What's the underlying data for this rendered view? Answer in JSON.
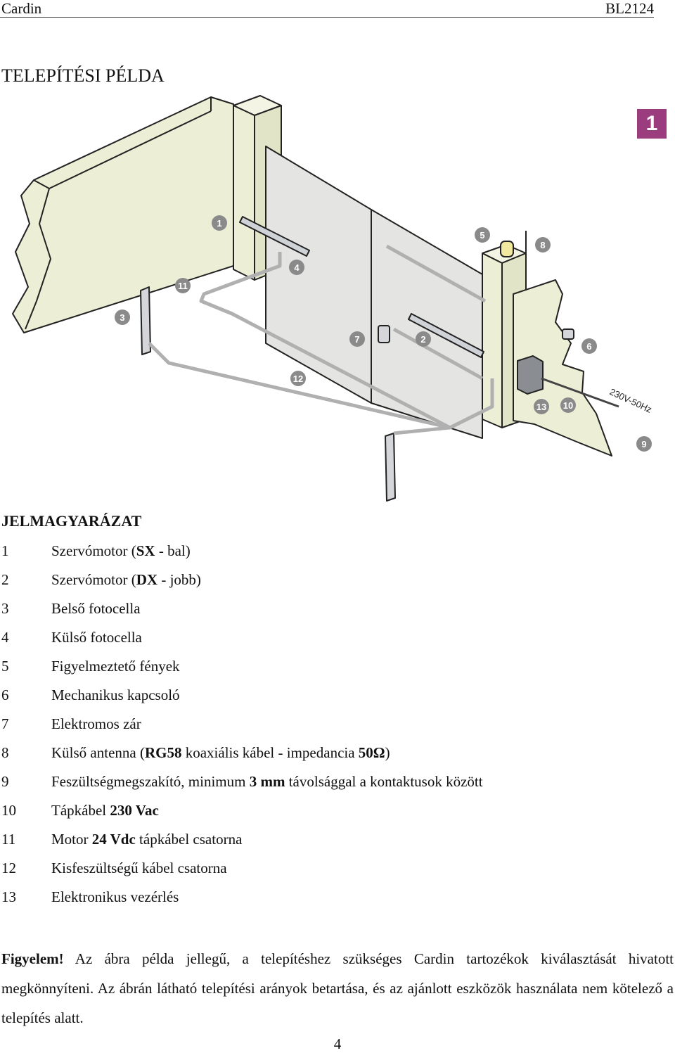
{
  "header": {
    "brand": "Cardin",
    "model": "BL2124"
  },
  "title": "TELEPÍTÉSI PÉLDA",
  "figure": {
    "badge": "1",
    "callouts": [
      "1",
      "2",
      "3",
      "4",
      "5",
      "6",
      "7",
      "8",
      "9",
      "10",
      "11",
      "12",
      "13"
    ],
    "voltage_label": "230V-50Hz",
    "colors": {
      "wall": "#ecefd6",
      "gate": "#e4e5e2",
      "badge": "#9b3c7e",
      "callout": "#8a8a8a",
      "cable": "#b0b0b0"
    }
  },
  "legend": {
    "title": "JELMAGYARÁZAT",
    "items": [
      {
        "num": "1",
        "parts": [
          {
            "t": "Szervómotor ("
          },
          {
            "t": "SX",
            "b": true
          },
          {
            "t": " - bal)"
          }
        ]
      },
      {
        "num": "2",
        "parts": [
          {
            "t": "Szervómotor ("
          },
          {
            "t": "DX",
            "b": true
          },
          {
            "t": " - jobb)"
          }
        ]
      },
      {
        "num": "3",
        "parts": [
          {
            "t": "Belső fotocella"
          }
        ]
      },
      {
        "num": "4",
        "parts": [
          {
            "t": "Külső fotocella"
          }
        ]
      },
      {
        "num": "5",
        "parts": [
          {
            "t": "Figyelmeztető fények"
          }
        ]
      },
      {
        "num": "6",
        "parts": [
          {
            "t": "Mechanikus kapcsoló"
          }
        ]
      },
      {
        "num": "7",
        "parts": [
          {
            "t": "Elektromos zár"
          }
        ]
      },
      {
        "num": "8",
        "parts": [
          {
            "t": "Külső antenna ("
          },
          {
            "t": "RG58",
            "b": true
          },
          {
            "t": " koaxiális kábel - impedancia "
          },
          {
            "t": "50Ω",
            "b": true
          },
          {
            "t": ")"
          }
        ]
      },
      {
        "num": "9",
        "parts": [
          {
            "t": "Feszültségmegszakító, minimum "
          },
          {
            "t": "3 mm",
            "b": true
          },
          {
            "t": " távolsággal a kontaktusok között"
          }
        ]
      },
      {
        "num": "10",
        "parts": [
          {
            "t": "Tápkábel "
          },
          {
            "t": "230 Vac",
            "b": true
          }
        ]
      },
      {
        "num": "11",
        "parts": [
          {
            "t": "Motor "
          },
          {
            "t": "24 Vdc",
            "b": true
          },
          {
            "t": " tápkábel csatorna"
          }
        ]
      },
      {
        "num": "12",
        "parts": [
          {
            "t": "Kisfeszültségű kábel csatorna"
          }
        ]
      },
      {
        "num": "13",
        "parts": [
          {
            "t": "Elektronikus vezérlés"
          }
        ]
      }
    ]
  },
  "note": {
    "label": "Figyelem!",
    "text": " Az ábra példa jellegű, a telepítéshez szükséges Cardin tartozékok kiválasztását hivatott megkönnyíteni. Az ábrán látható telepítési arányok betartása, és az ajánlott eszközök használata nem kötelező a telepítés alatt."
  },
  "page_number": "4"
}
